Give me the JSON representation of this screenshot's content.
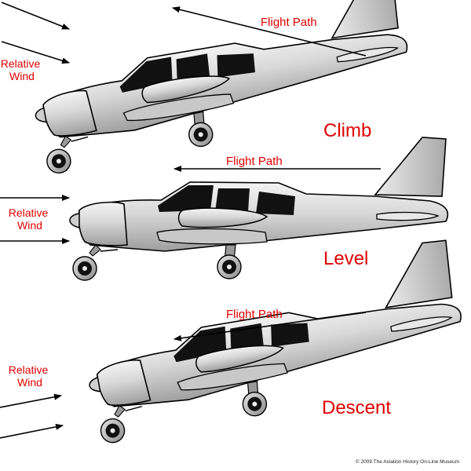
{
  "panels": [
    {
      "state_label": "Climb",
      "flight_path_label": "Flight Path",
      "wind_label": [
        "Relative",
        "Wind"
      ]
    },
    {
      "state_label": "Level",
      "flight_path_label": "Flight Path",
      "wind_label": [
        "Relative",
        "Wind"
      ]
    },
    {
      "state_label": "Descent",
      "flight_path_label": "Flight Path",
      "wind_label": [
        "Relative",
        "Wind"
      ]
    }
  ],
  "copyright": "© 2009 The Aviation History On-Line Museum",
  "colors": {
    "label_text": "#e00000",
    "aircraft_body": "#d6d6d6",
    "aircraft_outline": "#000000",
    "window": "#111111"
  }
}
